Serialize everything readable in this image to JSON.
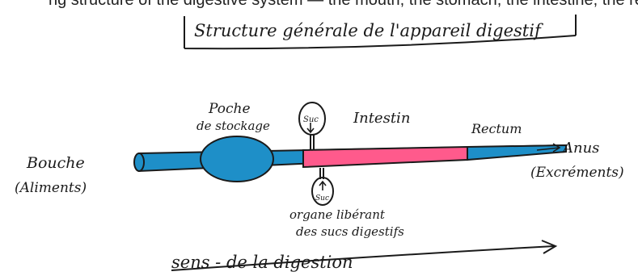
{
  "top_cut_text": "ng structure of the digestive system — the mouth, the stomach, the intestine, the rectum and the anus",
  "title": "Structure générale de l'appareil digestif",
  "labels": {
    "bouche": "Bouche",
    "aliments": "(Aliments)",
    "poche_line1": "Poche",
    "poche_line2": "de stockage",
    "suc_top": "Suc",
    "intestin": "Intestin",
    "rectum": "Rectum",
    "anus": "Anus",
    "excrements": "(Excréments)",
    "suc_bottom": "Suc",
    "organe_line1": "organe libérant",
    "organe_line2": "des sucs digestifs",
    "sens": "sens - de la digestion"
  },
  "colors": {
    "tube": "#1e8fc8",
    "intestine": "#ff5a8c",
    "ink": "#1a1a1a"
  }
}
